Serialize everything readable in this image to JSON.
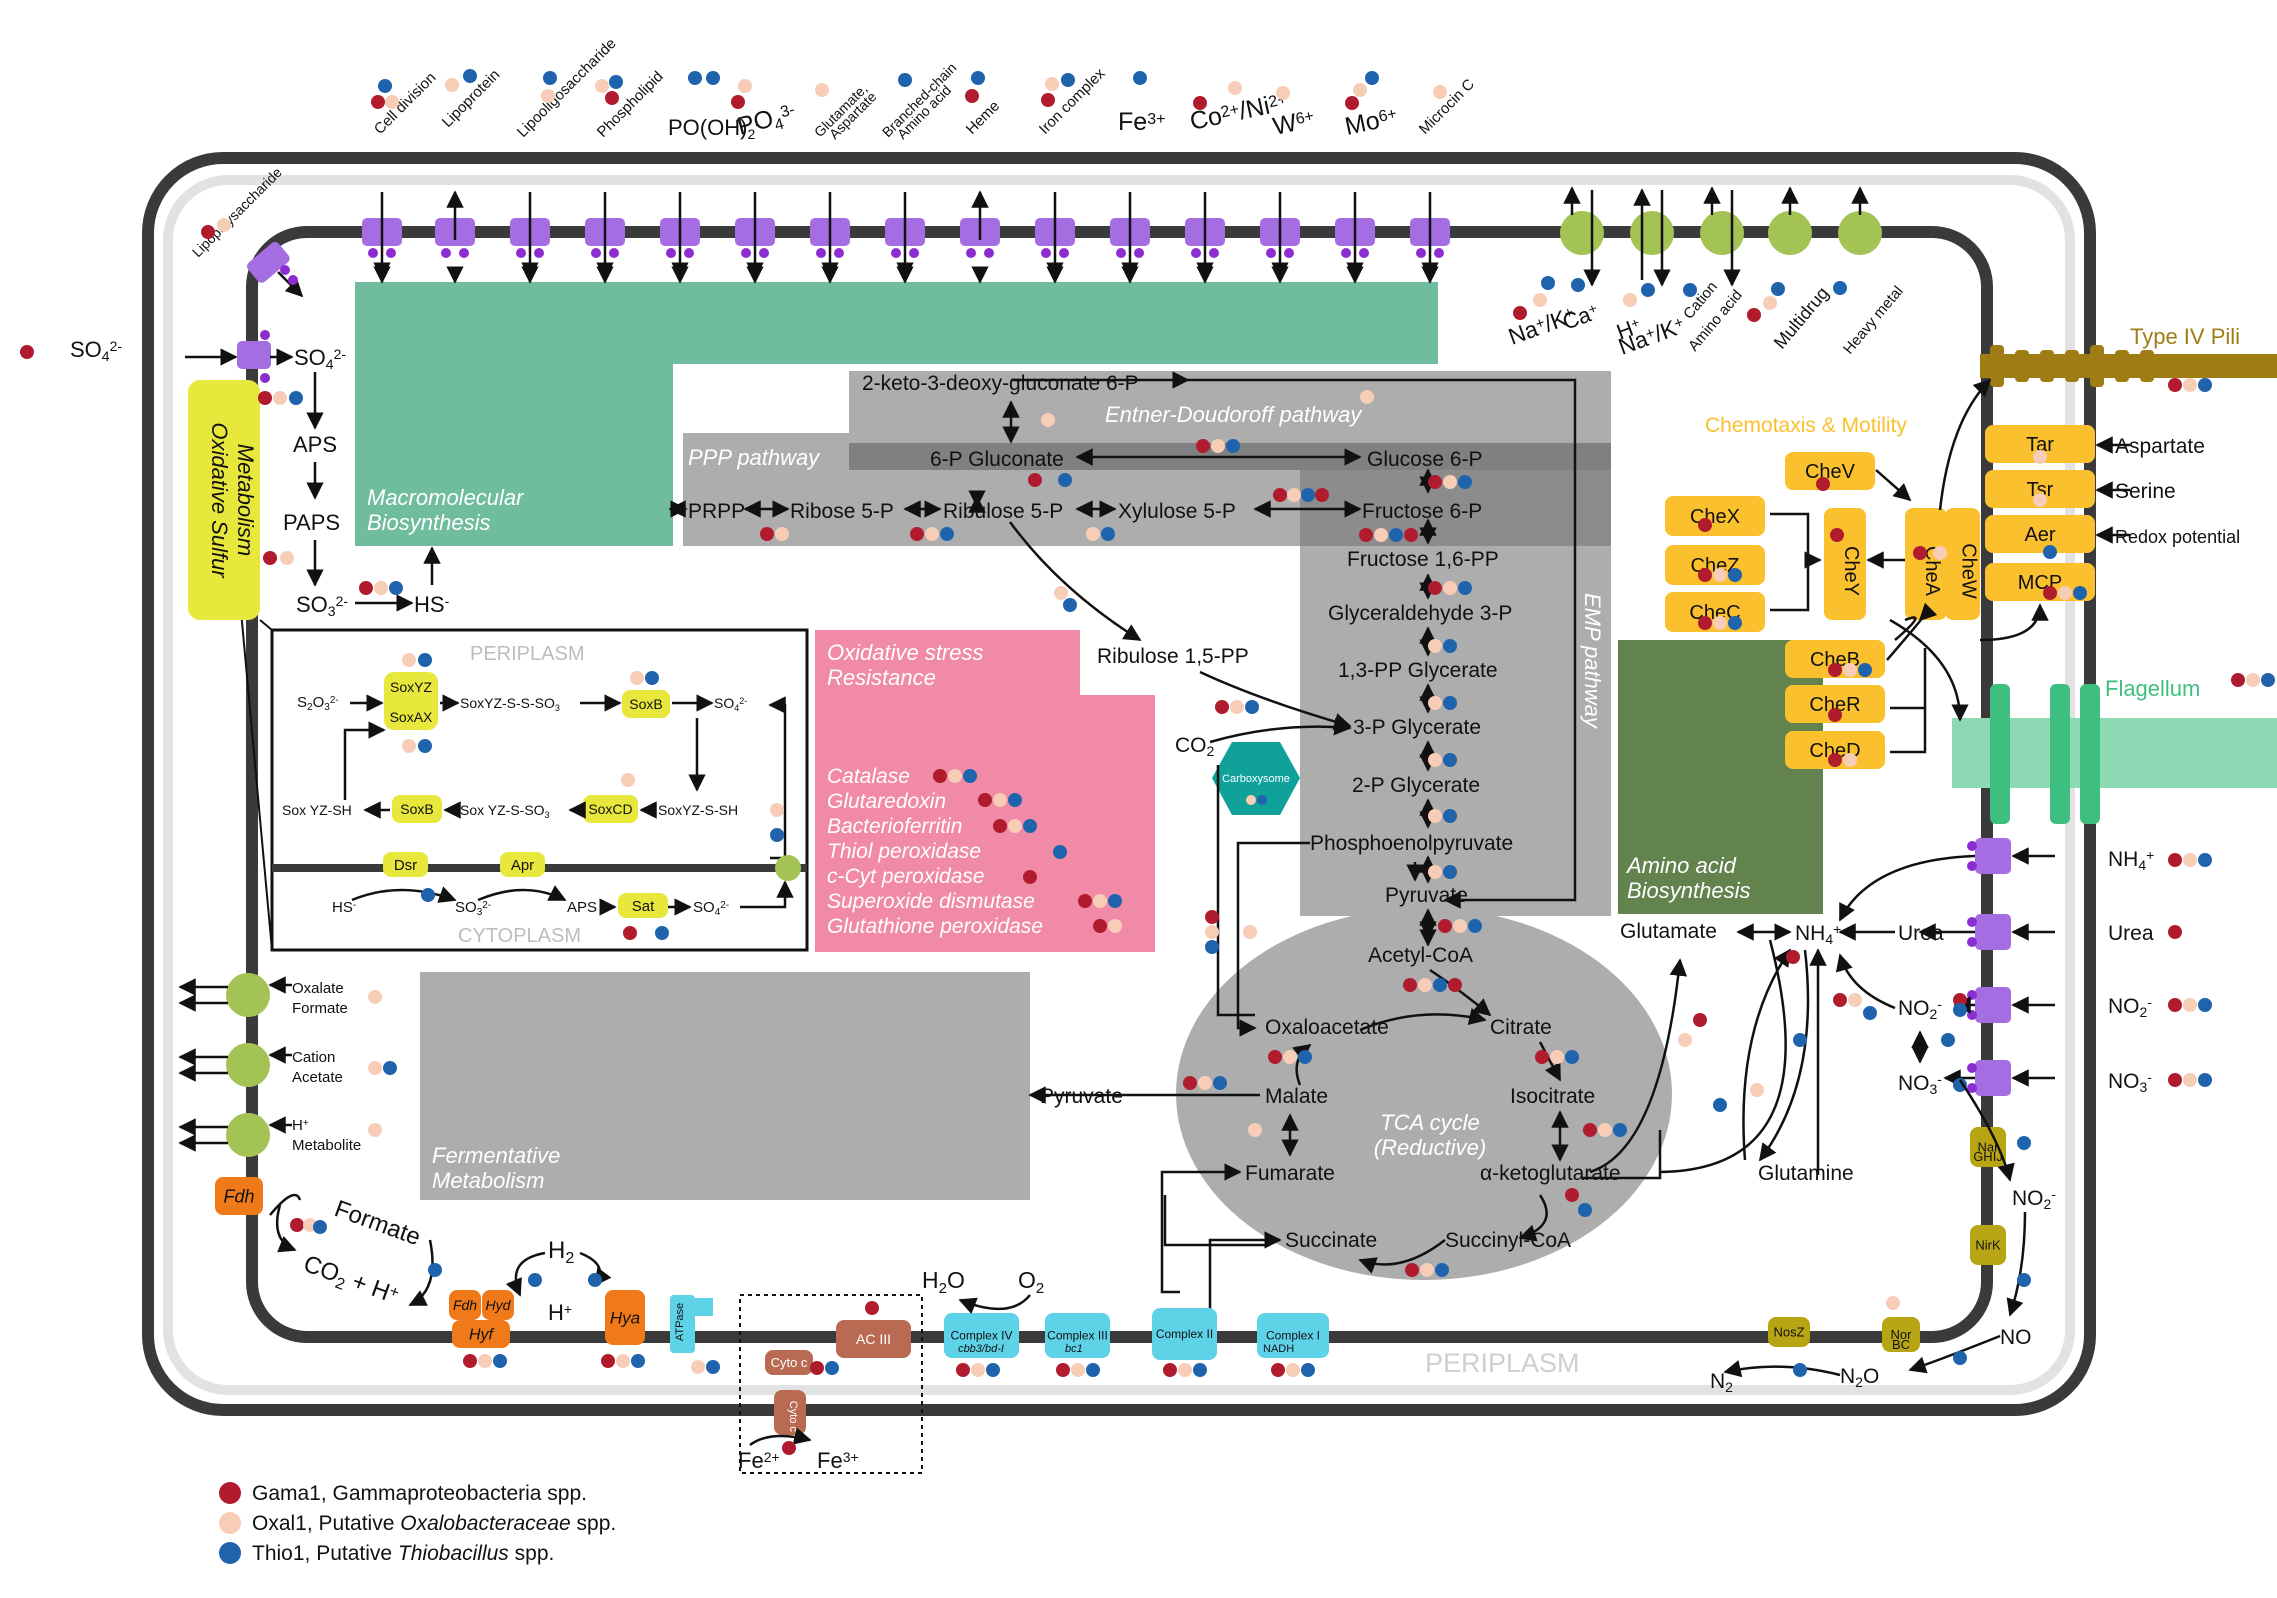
{
  "legend": {
    "items": [
      {
        "label_pre": "Gama1, Gammaproteobacteria spp.",
        "label_it": "",
        "label_post": "",
        "color": "#b01c2e"
      },
      {
        "label_pre": "Oxal1, Putative ",
        "label_it": "Oxalobacteraceae",
        "label_post": " spp.",
        "color": "#f7cdb7"
      },
      {
        "label_pre": "Thio1, Putative ",
        "label_it": "Thiobacillus",
        "label_post": " spp.",
        "color": "#1f63ad"
      }
    ]
  },
  "colors": {
    "gama": "#b01c2e",
    "oxal": "#f7cdb7",
    "thio": "#1f63ad",
    "transporter": "#a56de2",
    "green_channel": "#a4c355",
    "macro": "#6fbc9e",
    "pink": "#f08aa7",
    "grey": "#adadad",
    "dark_grey": "#808080",
    "amino": "#62824e",
    "chemo": "#fbc02d",
    "yellow_sulfur": "#e8e83c",
    "orange": "#f07a1a",
    "cyan": "#5ed3e8",
    "brown": "#b86b52",
    "olive": "#b8a514",
    "flagellum": "#3fbf7f",
    "pili": "#a07c15"
  },
  "top_labels": {
    "cell_division": "Cell division",
    "lipoprotein": "Lipoprotein",
    "lipooligosaccharide": "Lipooligosaccharide",
    "phospholipid": "Phospholipid",
    "po_oh": "PO(OH)",
    "po_oh_sub": "2",
    "po_oh_sup": "-",
    "po4": "PO",
    "po4_sub": "4",
    "po4_sup": "3-",
    "glutamate": "Glutamate,",
    "aspartate": "Aspartate",
    "branched": "Branched-chain",
    "amino_acid": "Amino acid",
    "heme": "Heme",
    "iron_complex": "Iron complex",
    "fe": "Fe",
    "fe_sup": "3+",
    "co": "Co",
    "co_sup": "2+",
    "ni": "/Ni",
    "ni_sup": "2+",
    "w": "W",
    "w_sup": "6+",
    "mo": "Mo",
    "mo_sup": "6+",
    "microcin": "Microcin C",
    "lipopolysaccharide": "Lipopolysaccharide"
  },
  "channels": {
    "na_k": "Na",
    "na_k_sup": "+",
    "na_k2": "/K",
    "na_k2_sup": "+",
    "ca": "Ca",
    "ca_sup": "+",
    "h": "H",
    "h_sup": "+",
    "na2": "Na",
    "na2_sup": "+",
    "k2": "/K",
    "k2_sup": "+",
    "cation": "Cation",
    "amino_acid": "Amino acid",
    "multidrug": "Multidrug",
    "heavy_metal": "Heavy metal"
  },
  "sulfur": {
    "so4_out": "SO",
    "so4_sub": "4",
    "so4_sup": "2-",
    "so4_in": "SO",
    "aps": "APS",
    "paps": "PAPS",
    "so3": "SO",
    "so3_sub": "3",
    "so3_sup": "2-",
    "hs": "HS",
    "hs_sup": "-",
    "title1": "Oxidative Sulfur",
    "title2": "Metabolism",
    "periplasm": "PERIPLASM",
    "cytoplasm": "CYTOPLASM",
    "s2o3": "S",
    "s2o3_a": "2",
    "s2o3_b": "O",
    "s2o3_c": "3",
    "s2o3_d": "2-",
    "soxyz": "SoxYZ",
    "soxax": "SoxAX",
    "soxyz_s": "SoxYZ-S-S-SO",
    "soxyz_s_sub": "3",
    "soxb": "SoxB",
    "so4_r": "SO",
    "so4_r_sub": "4",
    "so4_r_sup": "2-",
    "soxyz_sh": "Sox YZ-SH",
    "soxyz_sso3": "Sox YZ-S-SO",
    "soxyz_sso3_sub": "3",
    "soxcd": "SoxCD",
    "soxyz_sh2": "SoxYZ-S-SH",
    "dsr": "Dsr",
    "apr": "Apr",
    "sat": "Sat",
    "hs2": "HS",
    "so3b": "SO",
    "aps2": "APS",
    "so4b": "SO"
  },
  "macro": {
    "title1": "Macromolecular",
    "title2": "Biosynthesis"
  },
  "ppp": {
    "title": "PPP pathway",
    "ed": "Entner-Doudoroff pathway",
    "emp": "EMP pathway",
    "kdpg": "2-keto-3-deoxy-gluconate 6-P",
    "gluconate": "6-P Gluconate",
    "g6p": "Glucose 6-P",
    "prpp": "PRPP",
    "ribose": "Ribose 5-P",
    "ribulose": "Ribulose 5-P",
    "xylulose": "Xylulose 5-P",
    "f6p": "Fructose 6-P",
    "f16": "Fructose 1,6-PP",
    "g3p": "Glyceraldehyde 3-P",
    "bpg": "1,3-PP Glycerate",
    "pg3": "3-P Glycerate",
    "pg2": "2-P Glycerate",
    "pep": "Phosphoenolpyruvate",
    "pyruvate": "Pyruvate",
    "rubp": "Ribulose 1,5-PP",
    "co2": "CO",
    "co2_sub": "2",
    "carboxysome": "Carboxysome"
  },
  "ox_stress": {
    "title1": "Oxidative stress",
    "title2": "Resistance",
    "items": [
      "Catalase",
      "Glutaredoxin",
      "Bacterioferritin",
      "Thiol peroxidase",
      "c-Cyt peroxidase",
      "Superoxide dismutase",
      "Glutathione peroxidase"
    ]
  },
  "tca": {
    "acetyl": "Acetyl-CoA",
    "oxaloacetate": "Oxaloacetate",
    "citrate": "Citrate",
    "malate": "Malate",
    "isocitrate": "Isocitrate",
    "fumarate": "Fumarate",
    "akg": "α-ketoglutarate",
    "succinate": "Succinate",
    "succinyl": "Succinyl-CoA",
    "title1": "TCA cycle",
    "title2": "(Reductive)",
    "pyruvate_out": "Pyruvate"
  },
  "amino": {
    "title1": "Amino acid",
    "title2": "Biosynthesis",
    "glutamate": "Glutamate",
    "nh4": "NH",
    "nh4_sub": "4",
    "nh4_sup": "+",
    "urea": "Urea",
    "glutamine": "Glutamine",
    "no2": "NO",
    "no2_sub": "2",
    "no2_sup": "-",
    "no3": "NO",
    "no3_sub": "3",
    "no3_sup": "-",
    "no": "NO",
    "n2o": "N",
    "n2o_sub": "2",
    "n2o_o": "O",
    "n2": "N",
    "n2_sub": "2"
  },
  "right_labels": {
    "nh4": "NH",
    "nh4_sub": "4",
    "nh4_sup": "+",
    "urea": "Urea",
    "no2": "NO",
    "no2_sub": "2",
    "no2_sup": "-",
    "no3": "NO",
    "no3_sub": "3",
    "no3_sup": "-",
    "aspartate": "Aspartate",
    "serine": "Serine",
    "redox": "Redox potential",
    "pili": "Type IV Pili",
    "flagellum": "Flagellum"
  },
  "chemo": {
    "title": "Chemotaxis & Motility",
    "chev": "CheV",
    "chex": "CheX",
    "chez": "CheZ",
    "chec": "CheC",
    "chey": "CheY",
    "chea": "CheA",
    "chew": "CheW",
    "cheb": "CheB",
    "cher": "CheR",
    "ched": "CheD",
    "tar": "Tar",
    "tsr": "Tsr",
    "aer": "Aer",
    "mcp": "MCP"
  },
  "ferment": {
    "title1": "Fermentative",
    "title2": "Metabolism",
    "oxalate": "Oxalate",
    "formate": "Formate",
    "cation": "Cation",
    "acetate": "Acetate",
    "h": "H",
    "h_sup": "+",
    "metabolite": "Metabolite"
  },
  "membrane": {
    "fdh": "Fdh",
    "formate": "Formate",
    "co2": "CO",
    "co2_sub": "2",
    "plus_h": " + H",
    "plus_h_sup": "+",
    "h2": "H",
    "h2_sub": "2",
    "hplus": "H",
    "hplus_sup": "+",
    "fdh2": "Fdh",
    "hyd": "Hyd",
    "hyf": "Hyf",
    "hya": "Hya",
    "atpase": "ATPase",
    "cytoc": "Cyto c",
    "ac3": "AC III",
    "cytoc_v": "Cyto c",
    "fe2": "Fe",
    "fe2_sup": "2+",
    "fe3": "Fe",
    "fe3_sup": "3+",
    "h2o": "H",
    "h2o_sub": "2",
    "h2o_o": "O",
    "o2": "O",
    "o2_sub": "2",
    "c4": "Complex IV",
    "c4b": "cbb3/bd-I",
    "c3": "Complex III",
    "c3b": "bc1",
    "c2": "Complex II",
    "c1": "Complex I",
    "c1b": "NADH",
    "nosz": "NosZ",
    "nor": "Nor",
    "norb": "BC",
    "nar": "Nar",
    "narb": "GHIJ",
    "nirk": "NirK",
    "periplasm": "PERIPLASM"
  }
}
